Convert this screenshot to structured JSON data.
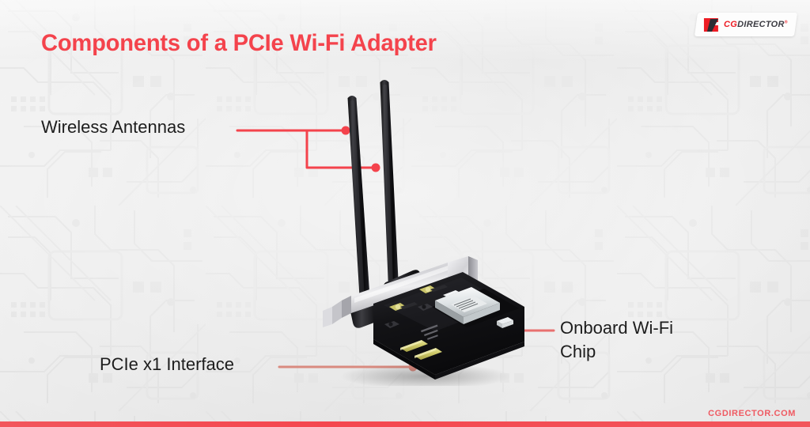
{
  "header": {
    "title": "Components of a PCIe Wi-Fi Adapter",
    "title_color": "#f4434c"
  },
  "logo": {
    "mark_name": "cgdirector-logo-mark",
    "text_primary": "CG",
    "text_secondary": "DIRECTOR",
    "registered_mark": "®",
    "primary_color": "#ed1c24",
    "secondary_color": "#3b3b42"
  },
  "callouts": [
    {
      "id": "wireless-antennas",
      "label": "Wireless Antennas",
      "line_color": "#f4434c",
      "anchor_points": "2",
      "side": "left"
    },
    {
      "id": "onboard-wifi-chip",
      "label": "Onboard Wi-Fi\nChip",
      "line_color": "#e8706f",
      "anchor_points": "1",
      "side": "right"
    },
    {
      "id": "pcie-x1-interface",
      "label": "PCIe x1 Interface",
      "line_color": "#d98b80",
      "anchor_points": "1",
      "side": "left"
    }
  ],
  "product": {
    "name": "pcie-wifi-adapter",
    "parts": [
      "antenna-left",
      "antenna-right",
      "antenna-base-left",
      "antenna-base-right",
      "pcb-board",
      "metal-bracket",
      "m2-wifi-module",
      "gold-pcie-fingers"
    ],
    "pcb_color": "#1b1b1e",
    "bracket_color": "#cfcfd2",
    "module_color": "#e9eced",
    "gold_color": "#cdc968"
  },
  "background": {
    "style": "circuit-board-watermark",
    "base_color": "#e9e9e9"
  },
  "footer": {
    "url": "CGDIRECTOR.COM",
    "url_color": "#ef5a62",
    "bar_color": "#f2565c"
  }
}
